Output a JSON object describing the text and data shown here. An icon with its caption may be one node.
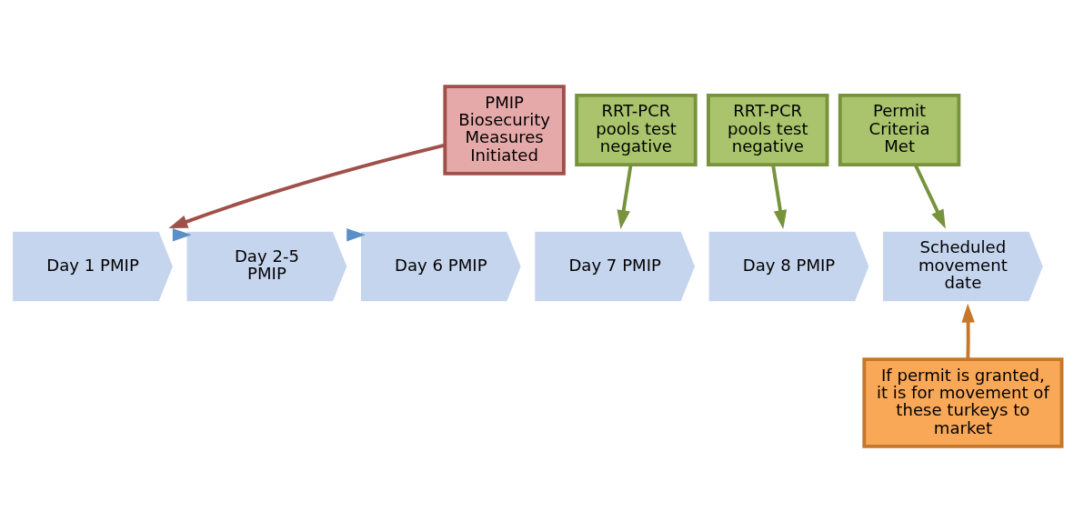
{
  "diagram": {
    "nodes": [
      {
        "text": [
          "PMIP Biosecurity Measures Initiated"
        ]
      },
      {
        "text": [
          "RRT-PCR pools test negative"
        ]
      },
      {
        "text": [
          "RRT-PCR pools test negative"
        ]
      },
      {
        "text": [
          "Permit Criteria Met"
        ]
      },
      {
        "text": [
          "Day 1 PMIP"
        ]
      },
      {
        "text": [
          "Day 2-5 PMIP"
        ]
      },
      {
        "text": [
          "Day 6 PMIP"
        ]
      },
      {
        "text": [
          "Day 7 PMIP"
        ]
      },
      {
        "text": [
          "Day 8 PMIP"
        ]
      },
      {
        "text": [
          "Scheduled movement date"
        ]
      },
      {
        "text": [
          "If permit is granted, it is for movement of these turkeys to market"
        ]
      }
    ],
    "edges": [
      {
        "from": 0,
        "to": 4,
        "arrow": "to",
        "color": "#a0504a"
      },
      {
        "from": 1,
        "to": 7,
        "arrow": "to",
        "color": "#77933c"
      },
      {
        "from": 2,
        "to": 8,
        "arrow": "to",
        "color": "#77933c"
      },
      {
        "from": 3,
        "to": 9,
        "arrow": "to",
        "color": "#77933c"
      },
      {
        "from": 10,
        "to": 9,
        "arrow": "to",
        "color": "#c7772a"
      },
      {
        "from": 4,
        "to": 5,
        "arrow": "to",
        "color": "#5b8fc9"
      },
      {
        "from": 5,
        "to": 6,
        "arrow": "to",
        "color": "#5b8fc9"
      }
    ]
  }
}
